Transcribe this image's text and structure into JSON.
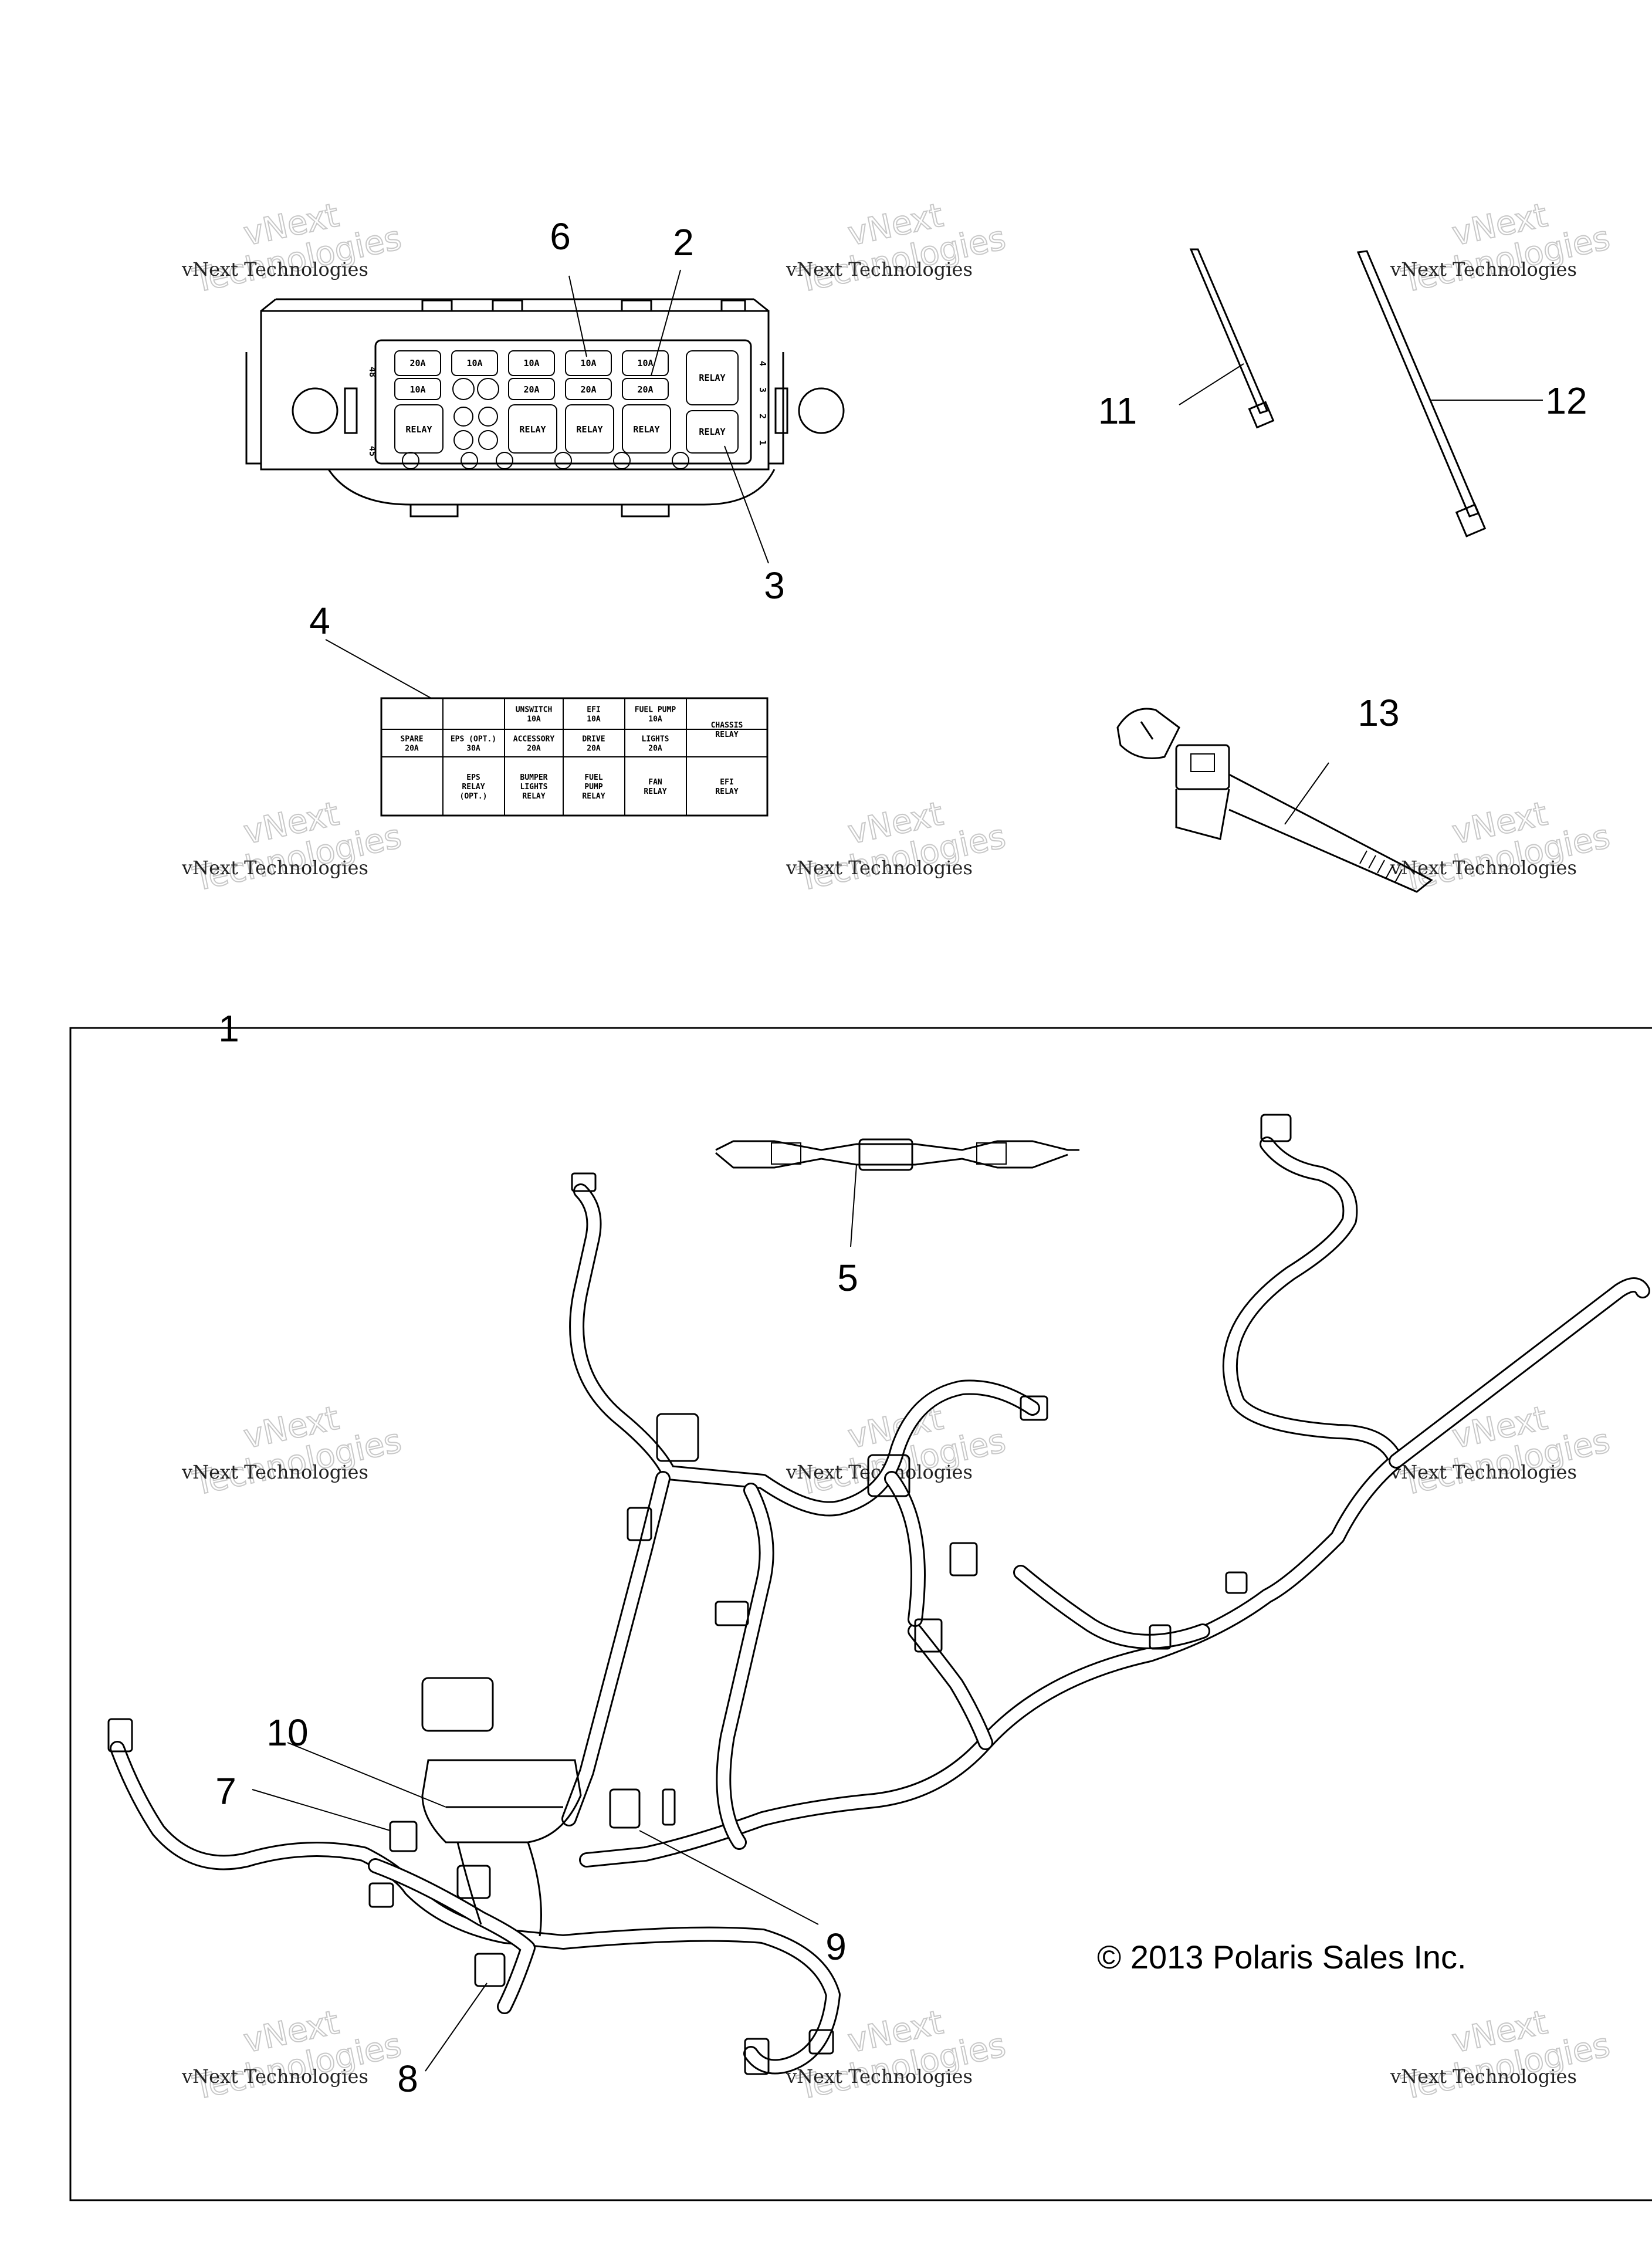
{
  "callouts": {
    "c1": "1",
    "c2": "2",
    "c3": "3",
    "c4": "4",
    "c5": "5",
    "c6": "6",
    "c7": "7",
    "c8": "8",
    "c9": "9",
    "c10": "10",
    "c11": "11",
    "c12": "12",
    "c13": "13"
  },
  "copyright": "© 2013 Polaris Sales Inc.",
  "watermark": {
    "line1": "vNext Technologies",
    "line2": "vNext\nTechnologies"
  },
  "fuse_box": {
    "side_numbers": {
      "left_top": "48",
      "left_bottom": "45",
      "right": [
        "4",
        "3",
        "2",
        "1"
      ]
    },
    "row1": [
      "20A",
      "10A",
      "10A",
      "10A",
      "10A",
      "RELAY"
    ],
    "row2": [
      "10A",
      "20A",
      "20A",
      "20A"
    ],
    "row3": [
      "RELAY",
      "RELAY",
      "RELAY",
      "RELAY",
      "RELAY"
    ]
  },
  "fuse_label": {
    "row1": [
      "",
      "",
      "UNSWITCH\n10A",
      "EFI\n10A",
      "FUEL PUMP\n10A",
      "CHASSIS\nRELAY"
    ],
    "row2": [
      "SPARE\n20A",
      "EPS (OPT.)\n30A",
      "ACCESSORY\n20A",
      "DRIVE\n20A",
      "LIGHTS\n20A"
    ],
    "row3": [
      "",
      "EPS\nRELAY\n(OPT.)",
      "BUMPER\nLIGHTS\nRELAY",
      "FUEL\nPUMP\nRELAY",
      "FAN\nRELAY",
      "EFI\nRELAY"
    ]
  },
  "colors": {
    "line": "#000000",
    "background": "#ffffff",
    "watermark_outline": "#c8c8c8"
  }
}
